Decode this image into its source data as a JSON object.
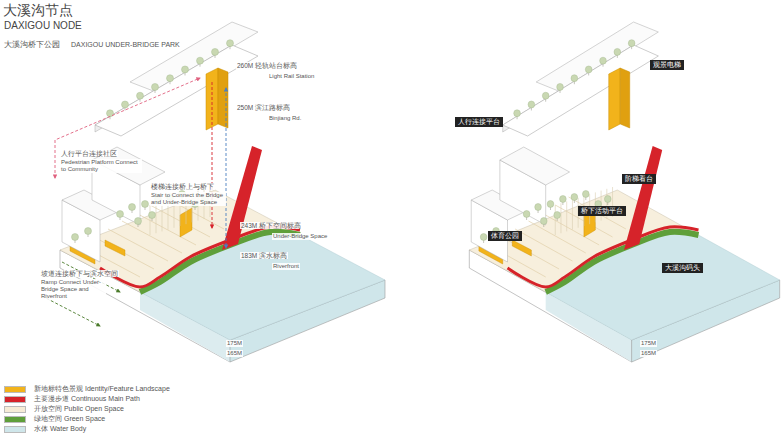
{
  "diagram": {
    "title": "大溪沟节点",
    "nodes": [
      {
        "text": [
          "观景电梯"
        ]
      },
      {
        "text": [
          "人行连接平台"
        ]
      },
      {
        "text": [
          "阶梯看台"
        ]
      },
      {
        "text": [
          "桥下活动平台"
        ]
      },
      {
        "text": [
          "体育公园"
        ]
      },
      {
        "text": [
          "大溪沟码头"
        ]
      }
    ],
    "labels": [
      "DAXIGOU NODE",
      "大溪沟桥下公园",
      "DAXIGOU UNDER-BRIDGE PARK",
      "260M 轻轨站台标高",
      "Light Rail Station",
      "250M 滨江路标高",
      "Binjiang Rd.",
      "人行平台连接社区",
      "Pedestrian Platform Connect to Community",
      "楼梯连接桥上与桥下",
      "Stair to Connect the Bridge and Under-Bridge Space",
      "243M 桥下空间标高",
      "Under-Bridge Space",
      "183M 滨水标高",
      "Riverfront",
      "坡道连接桥下与滨水空间",
      "Ramp Connect Under-Bridge Space and Riverfront",
      "175M",
      "165M",
      "175M",
      "165M"
    ],
    "legend": [
      {
        "text": "新地标特色景观 Identity/Feature Landscape",
        "color": "#f2b31b"
      },
      {
        "text": "主要漫步道 Continuous Main Path",
        "color": "#d6232a"
      },
      {
        "text": "开放空间 Public Open Space",
        "color": "#f6ecd6"
      },
      {
        "text": "绿地空间 Green Space",
        "color": "#5f9f3a"
      },
      {
        "text": "水体 Water Body",
        "color": "#cfe6ea"
      }
    ]
  }
}
